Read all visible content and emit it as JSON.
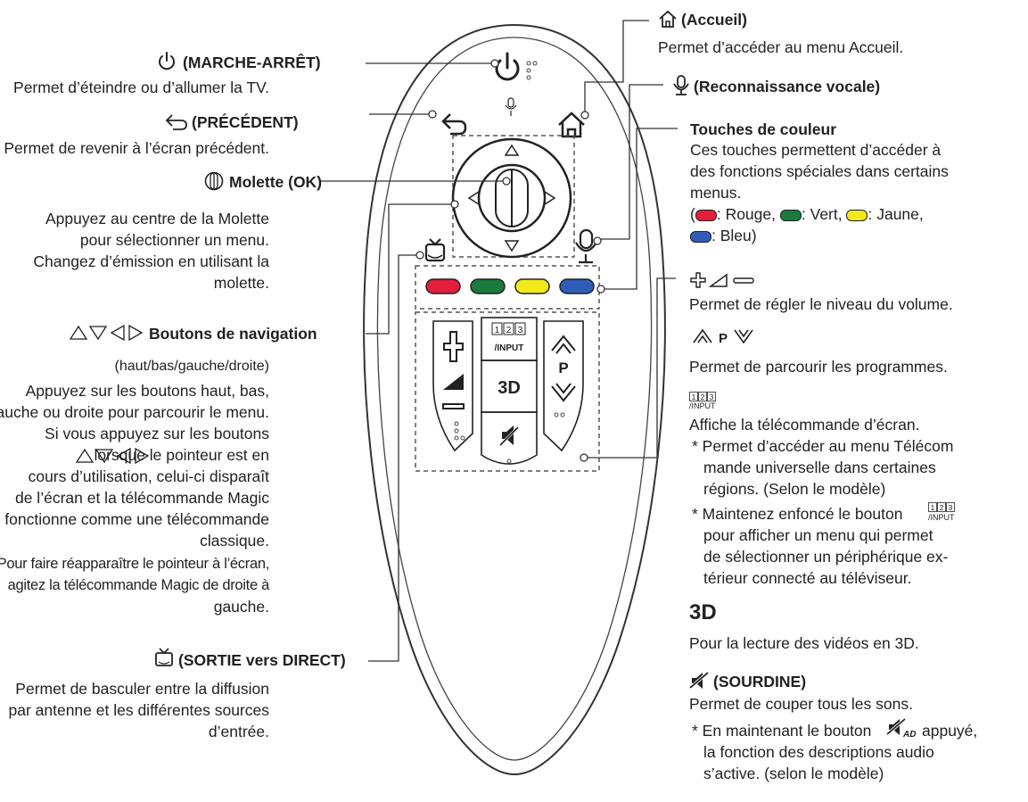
{
  "left": {
    "power": {
      "title": "(MARCHE-ARRÊT)",
      "desc": "Permet d’éteindre ou d’allumer la TV."
    },
    "back": {
      "title": "(PRÉCÉDENT)",
      "desc": "Permet de revenir à l’écran précédent."
    },
    "wheel": {
      "title": "Molette (OK)",
      "lines": [
        "Appuyez au centre de la Molette",
        "pour sélectionner un menu.",
        "Changez d’émission en utilisant la",
        "molette."
      ]
    },
    "nav": {
      "title": "Boutons de navigation",
      "sub": "(haut/bas/gauche/droite)",
      "lines": [
        "Appuyez sur les boutons haut, bas,",
        "gauche ou droite pour parcourir le menu.",
        "Si vous appuyez sur les boutons",
        "lorsque le pointeur est en",
        "cours d’utilisation, celui-ci disparaît",
        "de l’écran et la télécommande Magic",
        "fonctionne comme une télécommande",
        "classique.",
        "Pour faire réapparaître le pointeur à l’écran,",
        "agitez la télécommande Magic de droite à",
        "gauche."
      ]
    },
    "live": {
      "title": "(SORTIE vers DIRECT)",
      "lines": [
        "Permet de basculer entre la diffusion",
        "par antenne et les différentes sources",
        "d’entrée."
      ]
    }
  },
  "right": {
    "home": {
      "title": "(Accueil)",
      "desc": "Permet d’accéder au menu Accueil."
    },
    "voice": {
      "title": "(Reconnaissance vocale)"
    },
    "colors": {
      "title": "Touches de couleur",
      "lines": [
        "Ces touches permettent d’accéder à",
        "des fonctions spéciales dans certains",
        "menus."
      ],
      "legend": [
        "Rouge",
        "Vert",
        "Jaune",
        "Bleu"
      ]
    },
    "volume": {
      "desc": "Permet de régler le niveau du volume."
    },
    "program": {
      "desc": "Permet de parcourir les programmes."
    },
    "input": {
      "icon_label": "/INPUT",
      "desc": "Affiche la télécommande d’écran.",
      "note1": [
        "* Permet d’accéder au menu Télécom",
        "mande universelle dans certaines",
        "régions. (Selon le modèle)"
      ],
      "note2a": "* Maintenez enfoncé le bouton",
      "note2": [
        "pour afficher un menu qui permet",
        "de sélectionner un périphérique  ex-",
        "térieur connecté au téléviseur."
      ]
    },
    "three_d": {
      "desc": "Pour la lecture des vidéos en 3D."
    },
    "mute": {
      "title": "(SOURDINE)",
      "desc": "Permet de couper tous les sons.",
      "note_a": "* En maintenant le bouton",
      "note_b": "appuyé,",
      "note": [
        "la fonction des descriptions audio",
        "s’active. (selon le modèle)"
      ]
    }
  },
  "remote": {
    "input_label": "/INPUT",
    "p_label": "P",
    "three_d_label": "3D",
    "colors": [
      "#e31e3c",
      "#1a7a3c",
      "#f2e81c",
      "#2e5db8"
    ]
  }
}
